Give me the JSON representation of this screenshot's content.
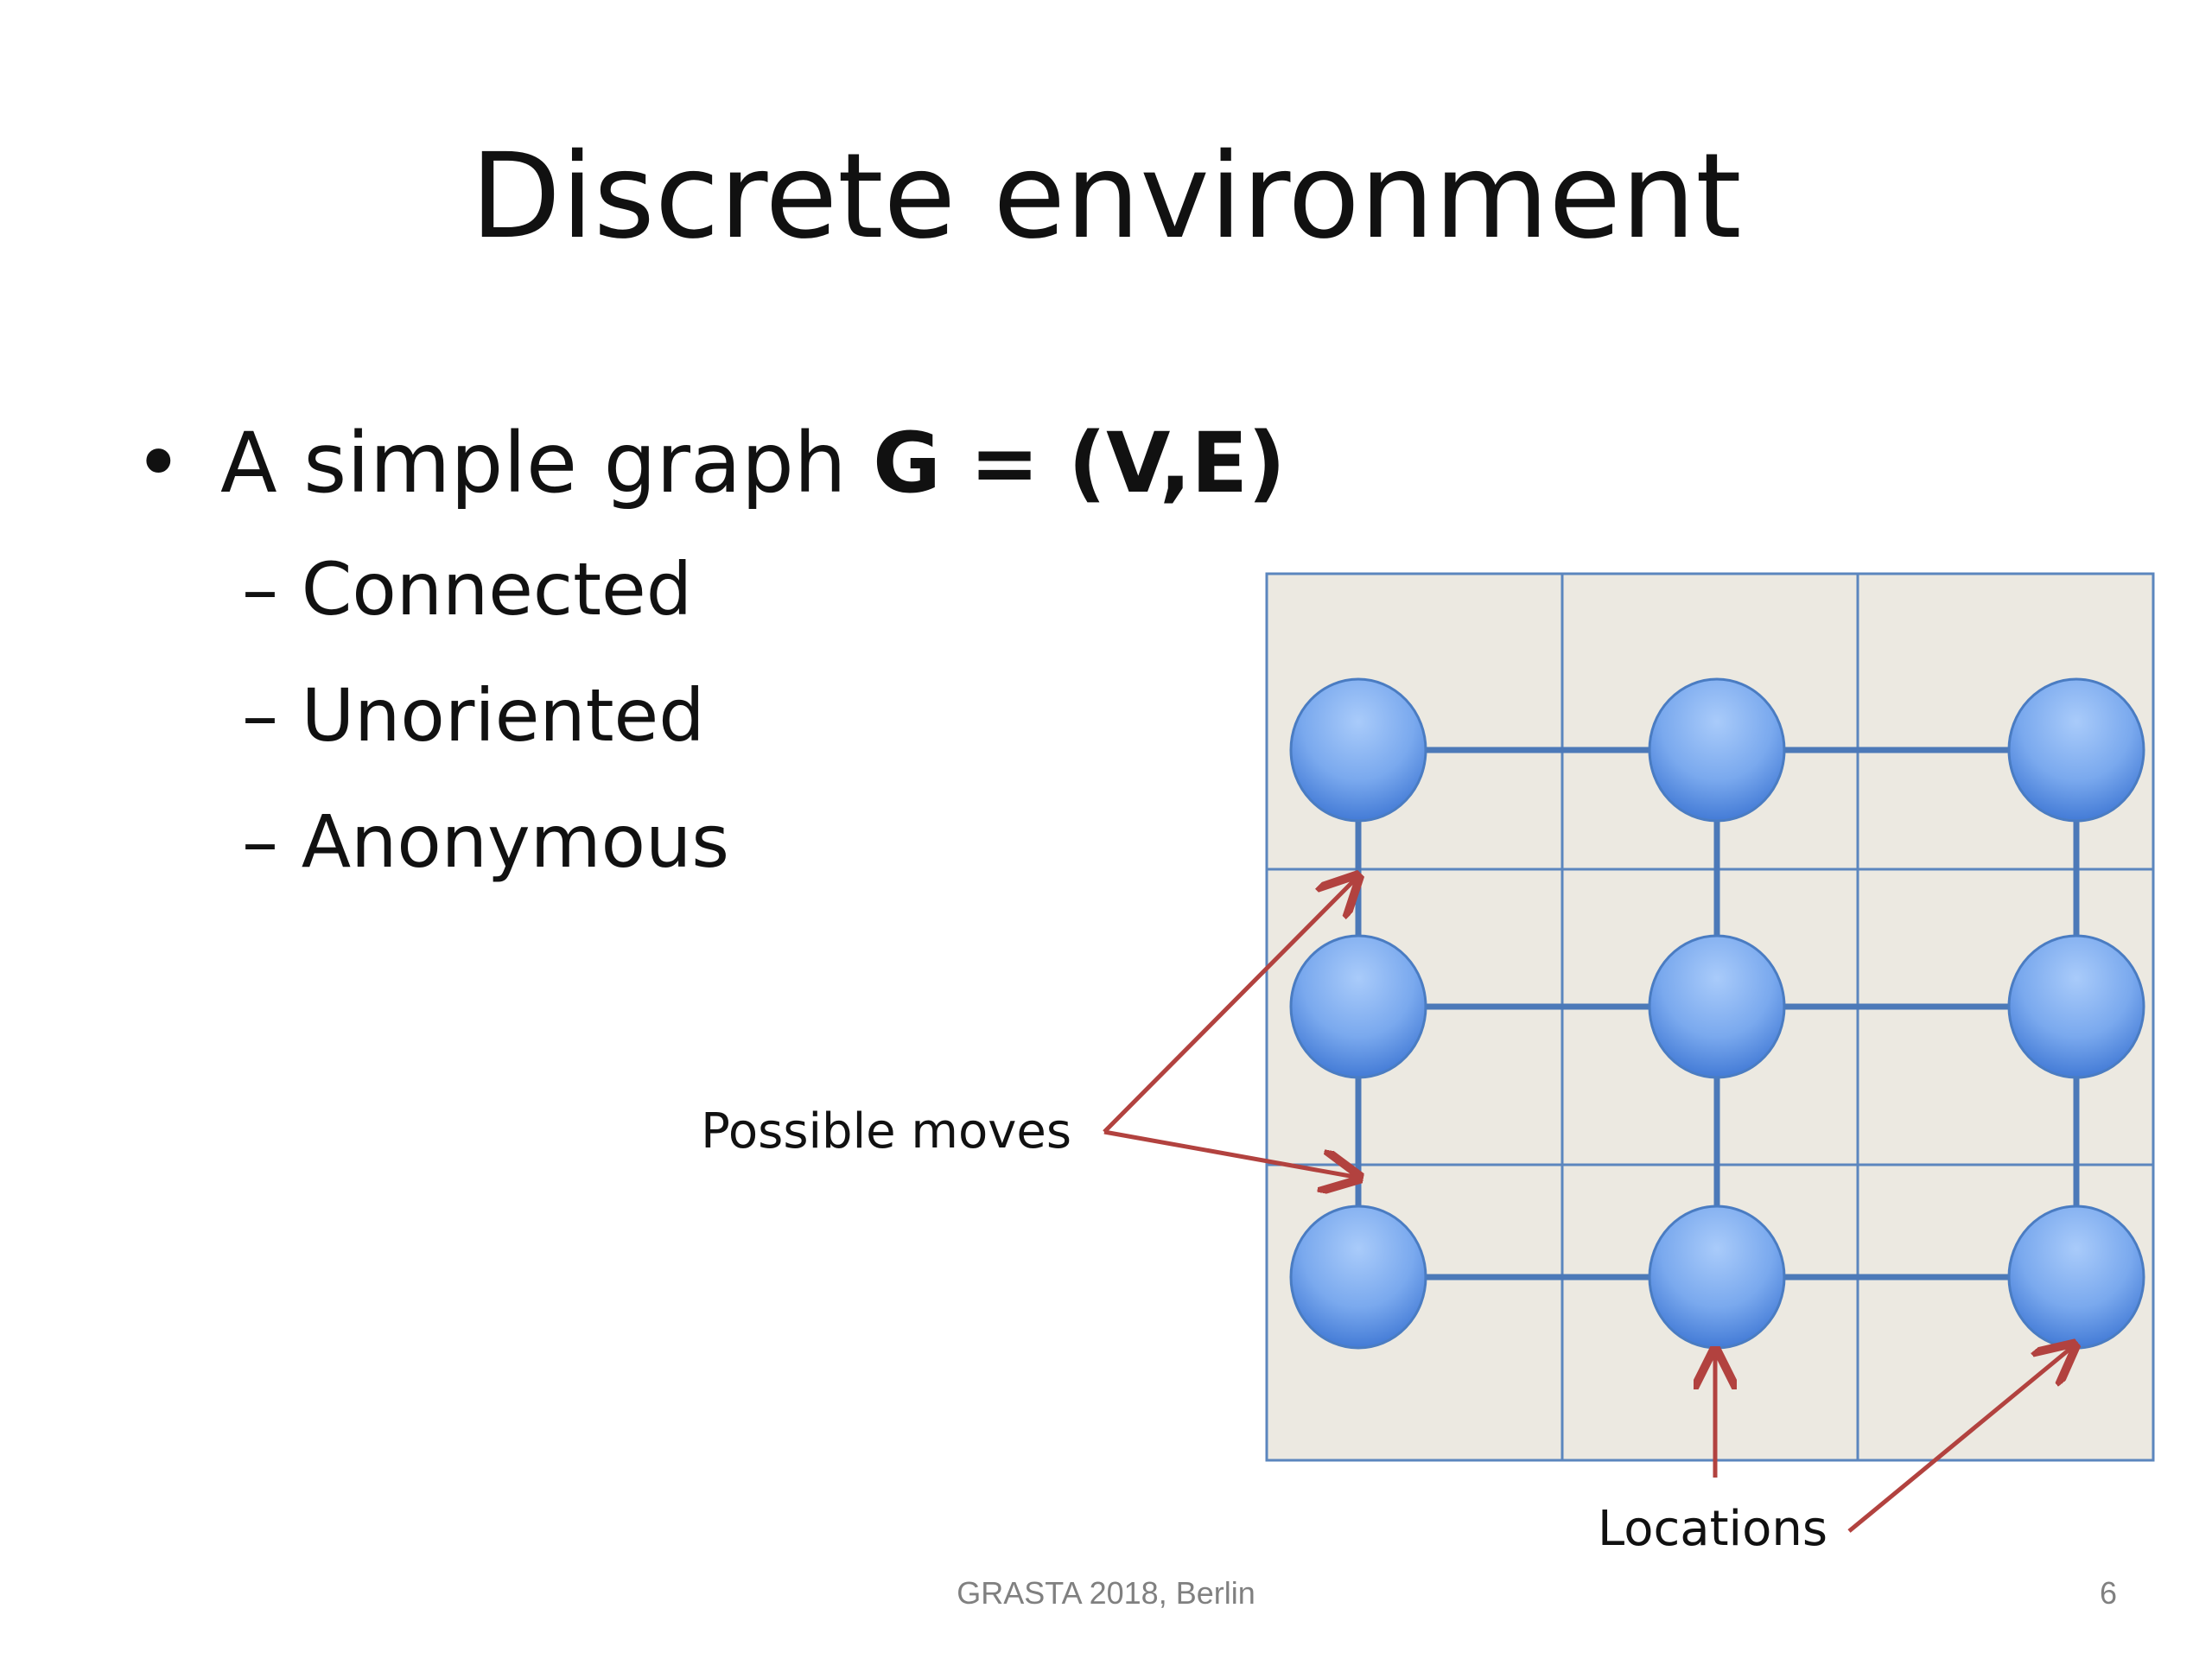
{
  "slide": {
    "title": "Discrete environment",
    "bullet": {
      "marker": "•",
      "text": "A simple graph ",
      "bold": "G = (V,E)"
    },
    "sub_items": [
      {
        "label": "– Connected"
      },
      {
        "label": "– Unoriented"
      },
      {
        "label": "– Anonymous"
      }
    ]
  },
  "figure": {
    "annotations": {
      "moves_label": "Possible moves",
      "locations_label": "Locations"
    },
    "colors": {
      "cell_fill": "#ece9e1",
      "grid_line": "#5b86be",
      "node_fill_top": "#9cc1f7",
      "node_fill_bottom": "#3d78d6",
      "edge": "#4c79b8",
      "arrow": "#b2423f"
    }
  },
  "footer": {
    "conference": "GRASTA 2018, Berlin",
    "page_number": "6"
  }
}
